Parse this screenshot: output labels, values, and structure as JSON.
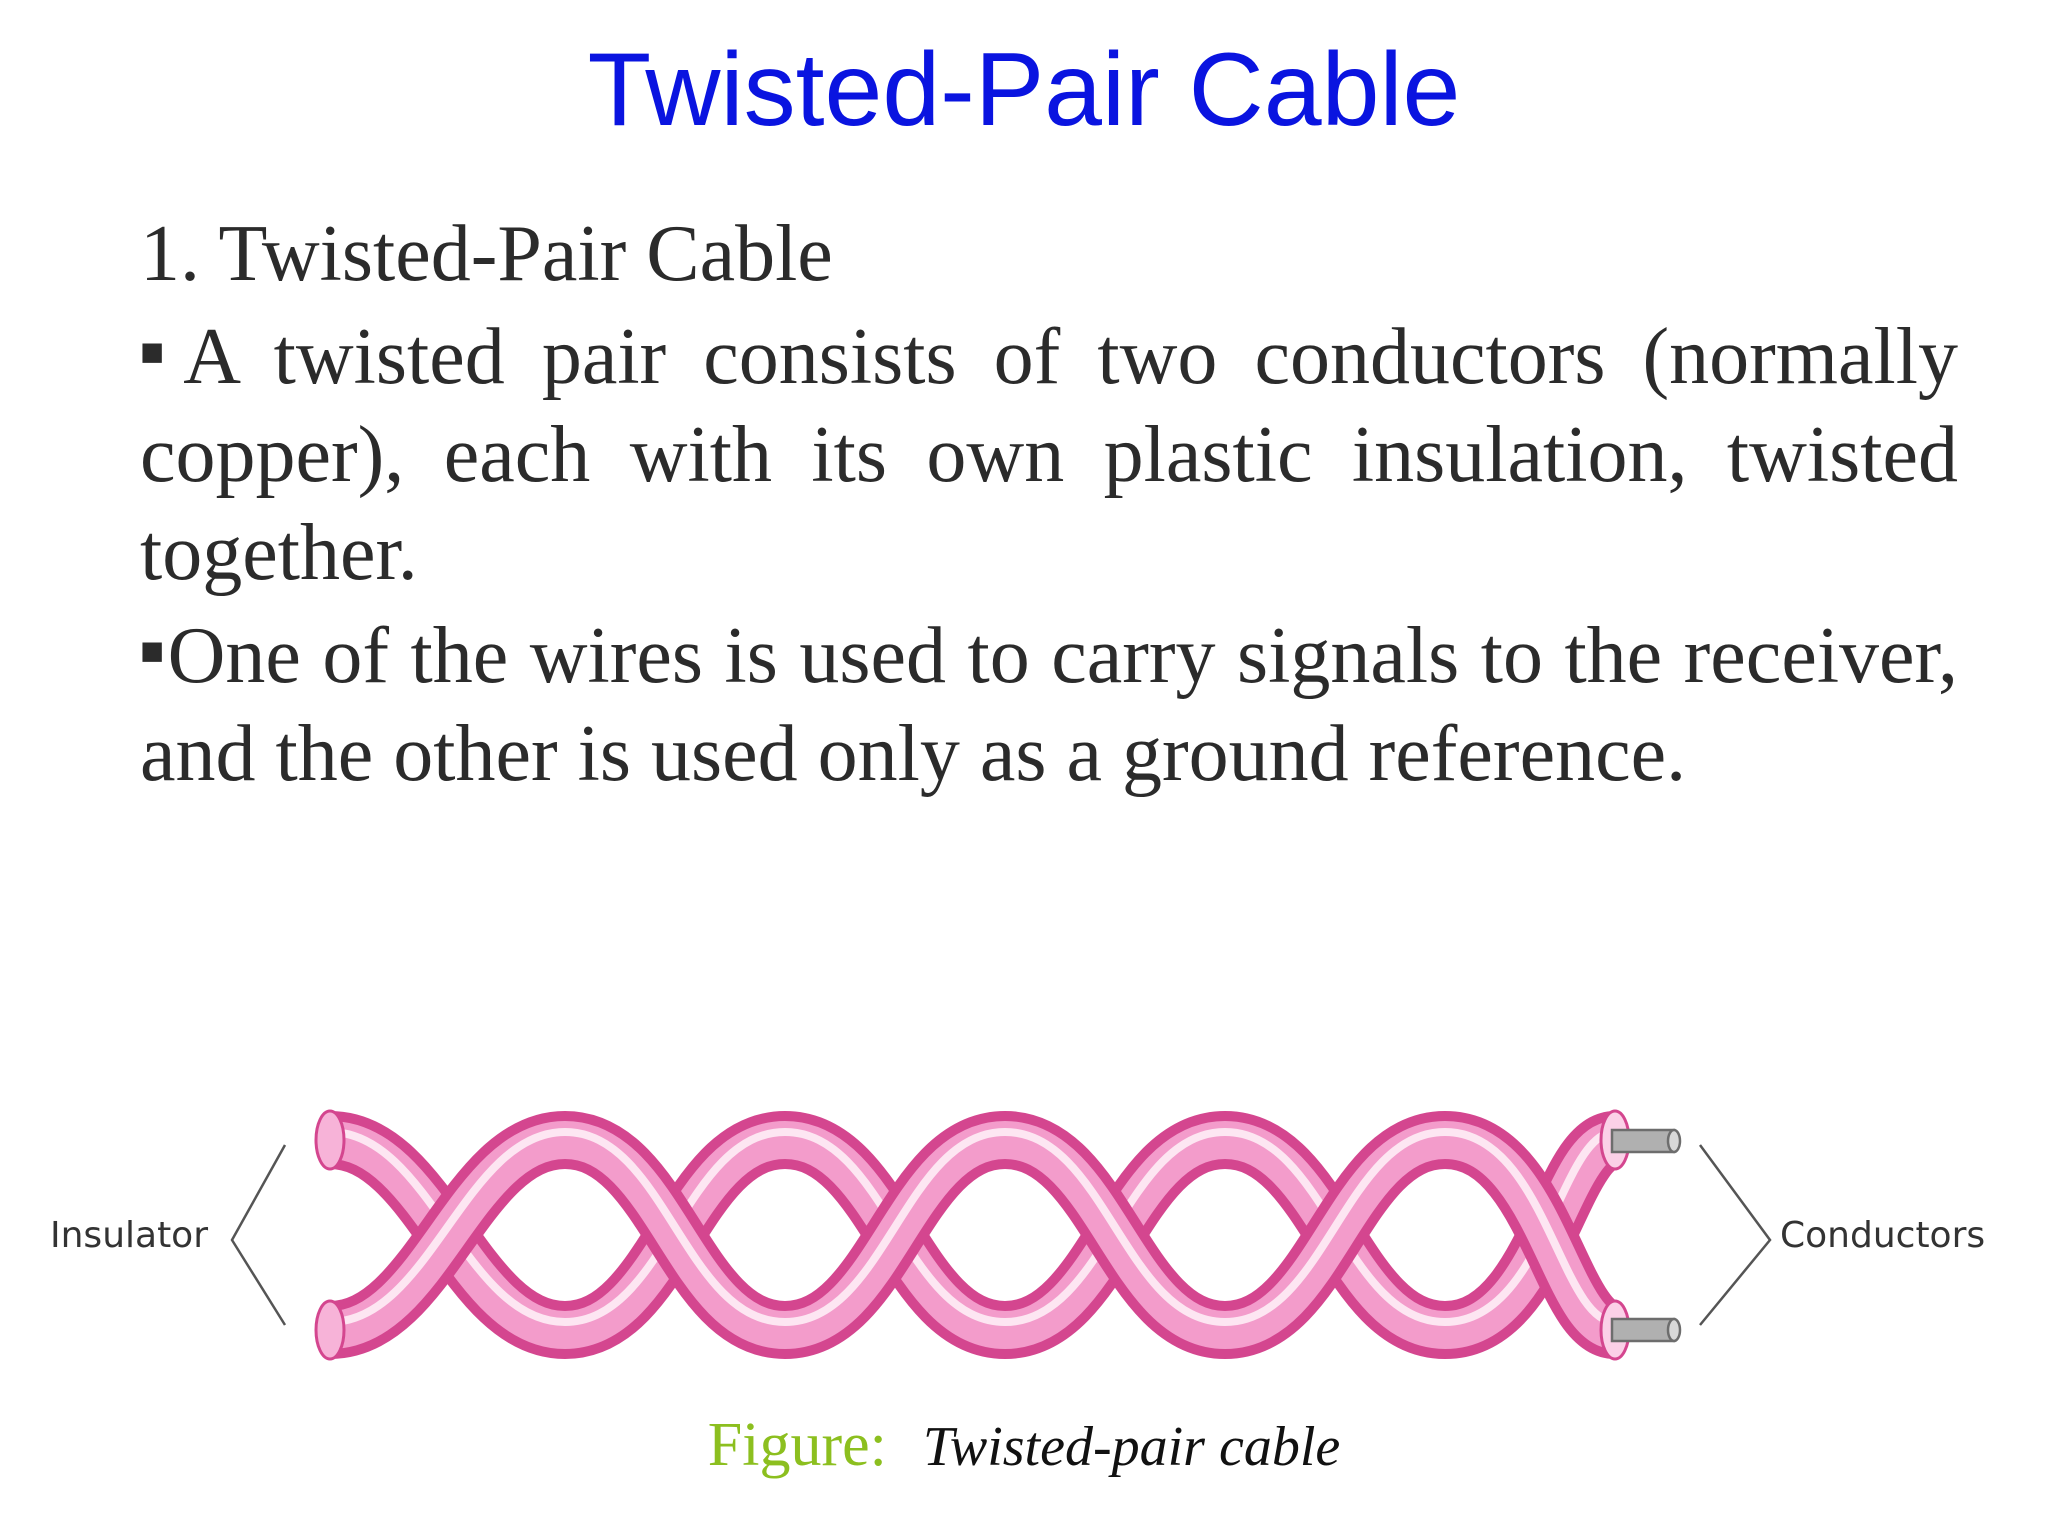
{
  "slide": {
    "title": "Twisted-Pair Cable",
    "heading": "1. Twisted-Pair Cable",
    "bullets": [
      "A twisted pair consists of two conductors (normally copper), each with its own plastic insulation, twisted together.",
      "One of the wires is used to carry signals to the receiver, and the other is used only as a ground reference."
    ]
  },
  "figure": {
    "left_label": "Insulator",
    "right_label": "Conductors",
    "caption_label": "Figure:",
    "caption_text": "Twisted-pair cable",
    "colors": {
      "wire_dark": "#e0559f",
      "wire_light": "#f7b3d8",
      "wire_highlight": "#fde6f2",
      "conductor": "#b0b0b0",
      "title_blue": "#0a14e0",
      "caption_green": "#8cbf1f"
    }
  }
}
